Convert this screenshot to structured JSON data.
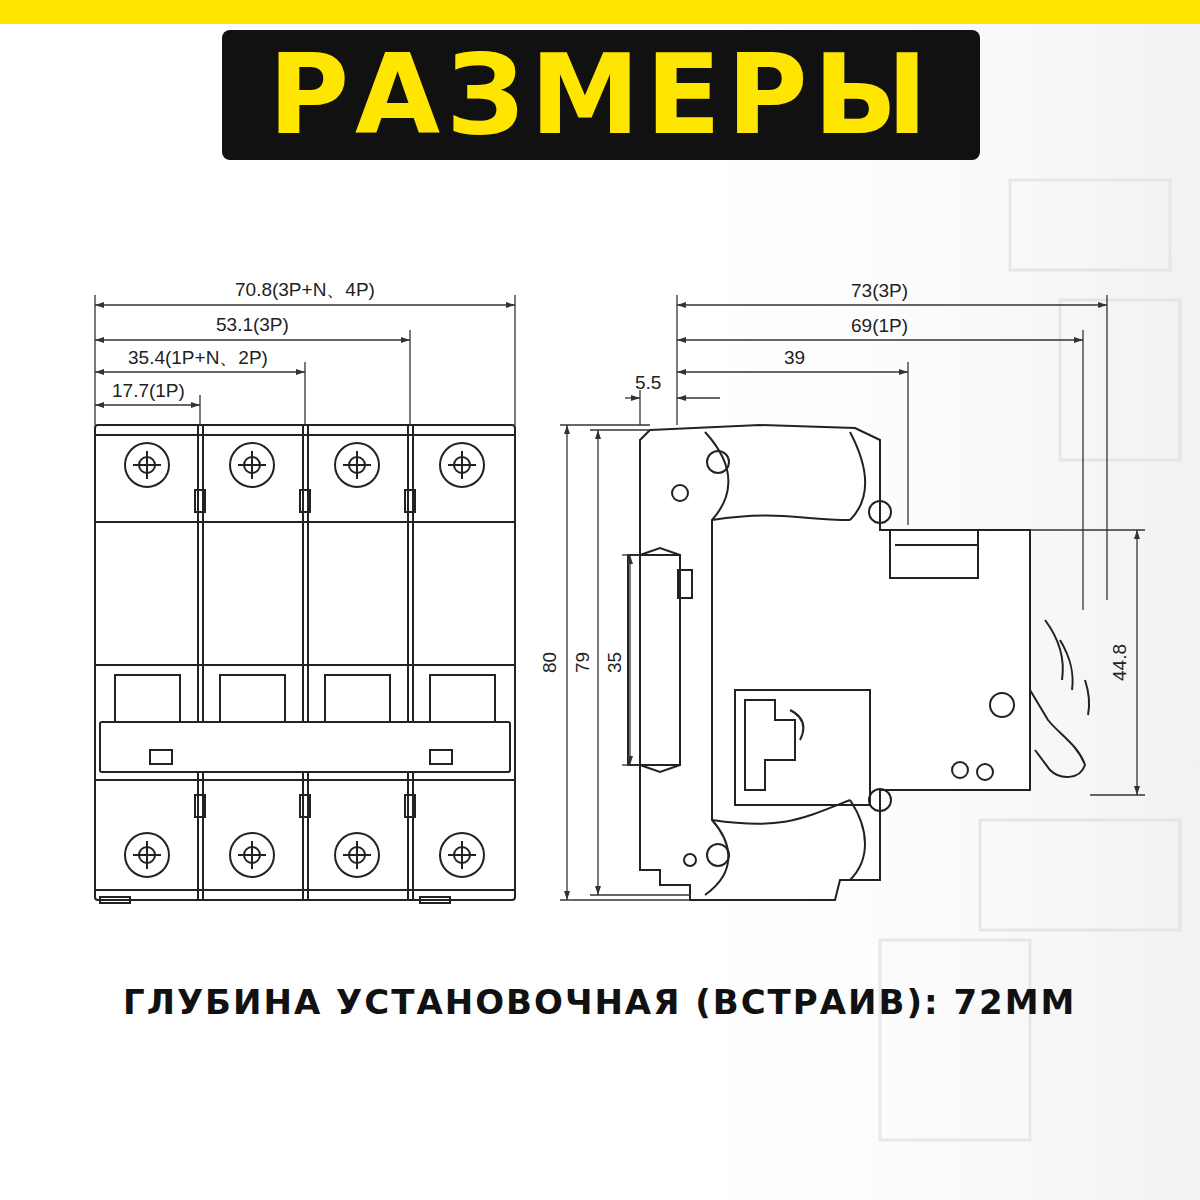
{
  "diagram": {
    "title": "РАЗМЕРЫ",
    "caption": "ГЛУБИНА УСТАНОВОЧНАЯ (ВСТРАИВ): 72ММ",
    "labels": [
      "70.8(3P+N、4P)",
      "53.1(3P)",
      "35.4(1P+N、2P)",
      "17.7(1P)",
      "73(3P)",
      "69(1P)",
      "39",
      "5.5",
      "80",
      "79",
      "35",
      "44.8"
    ]
  }
}
